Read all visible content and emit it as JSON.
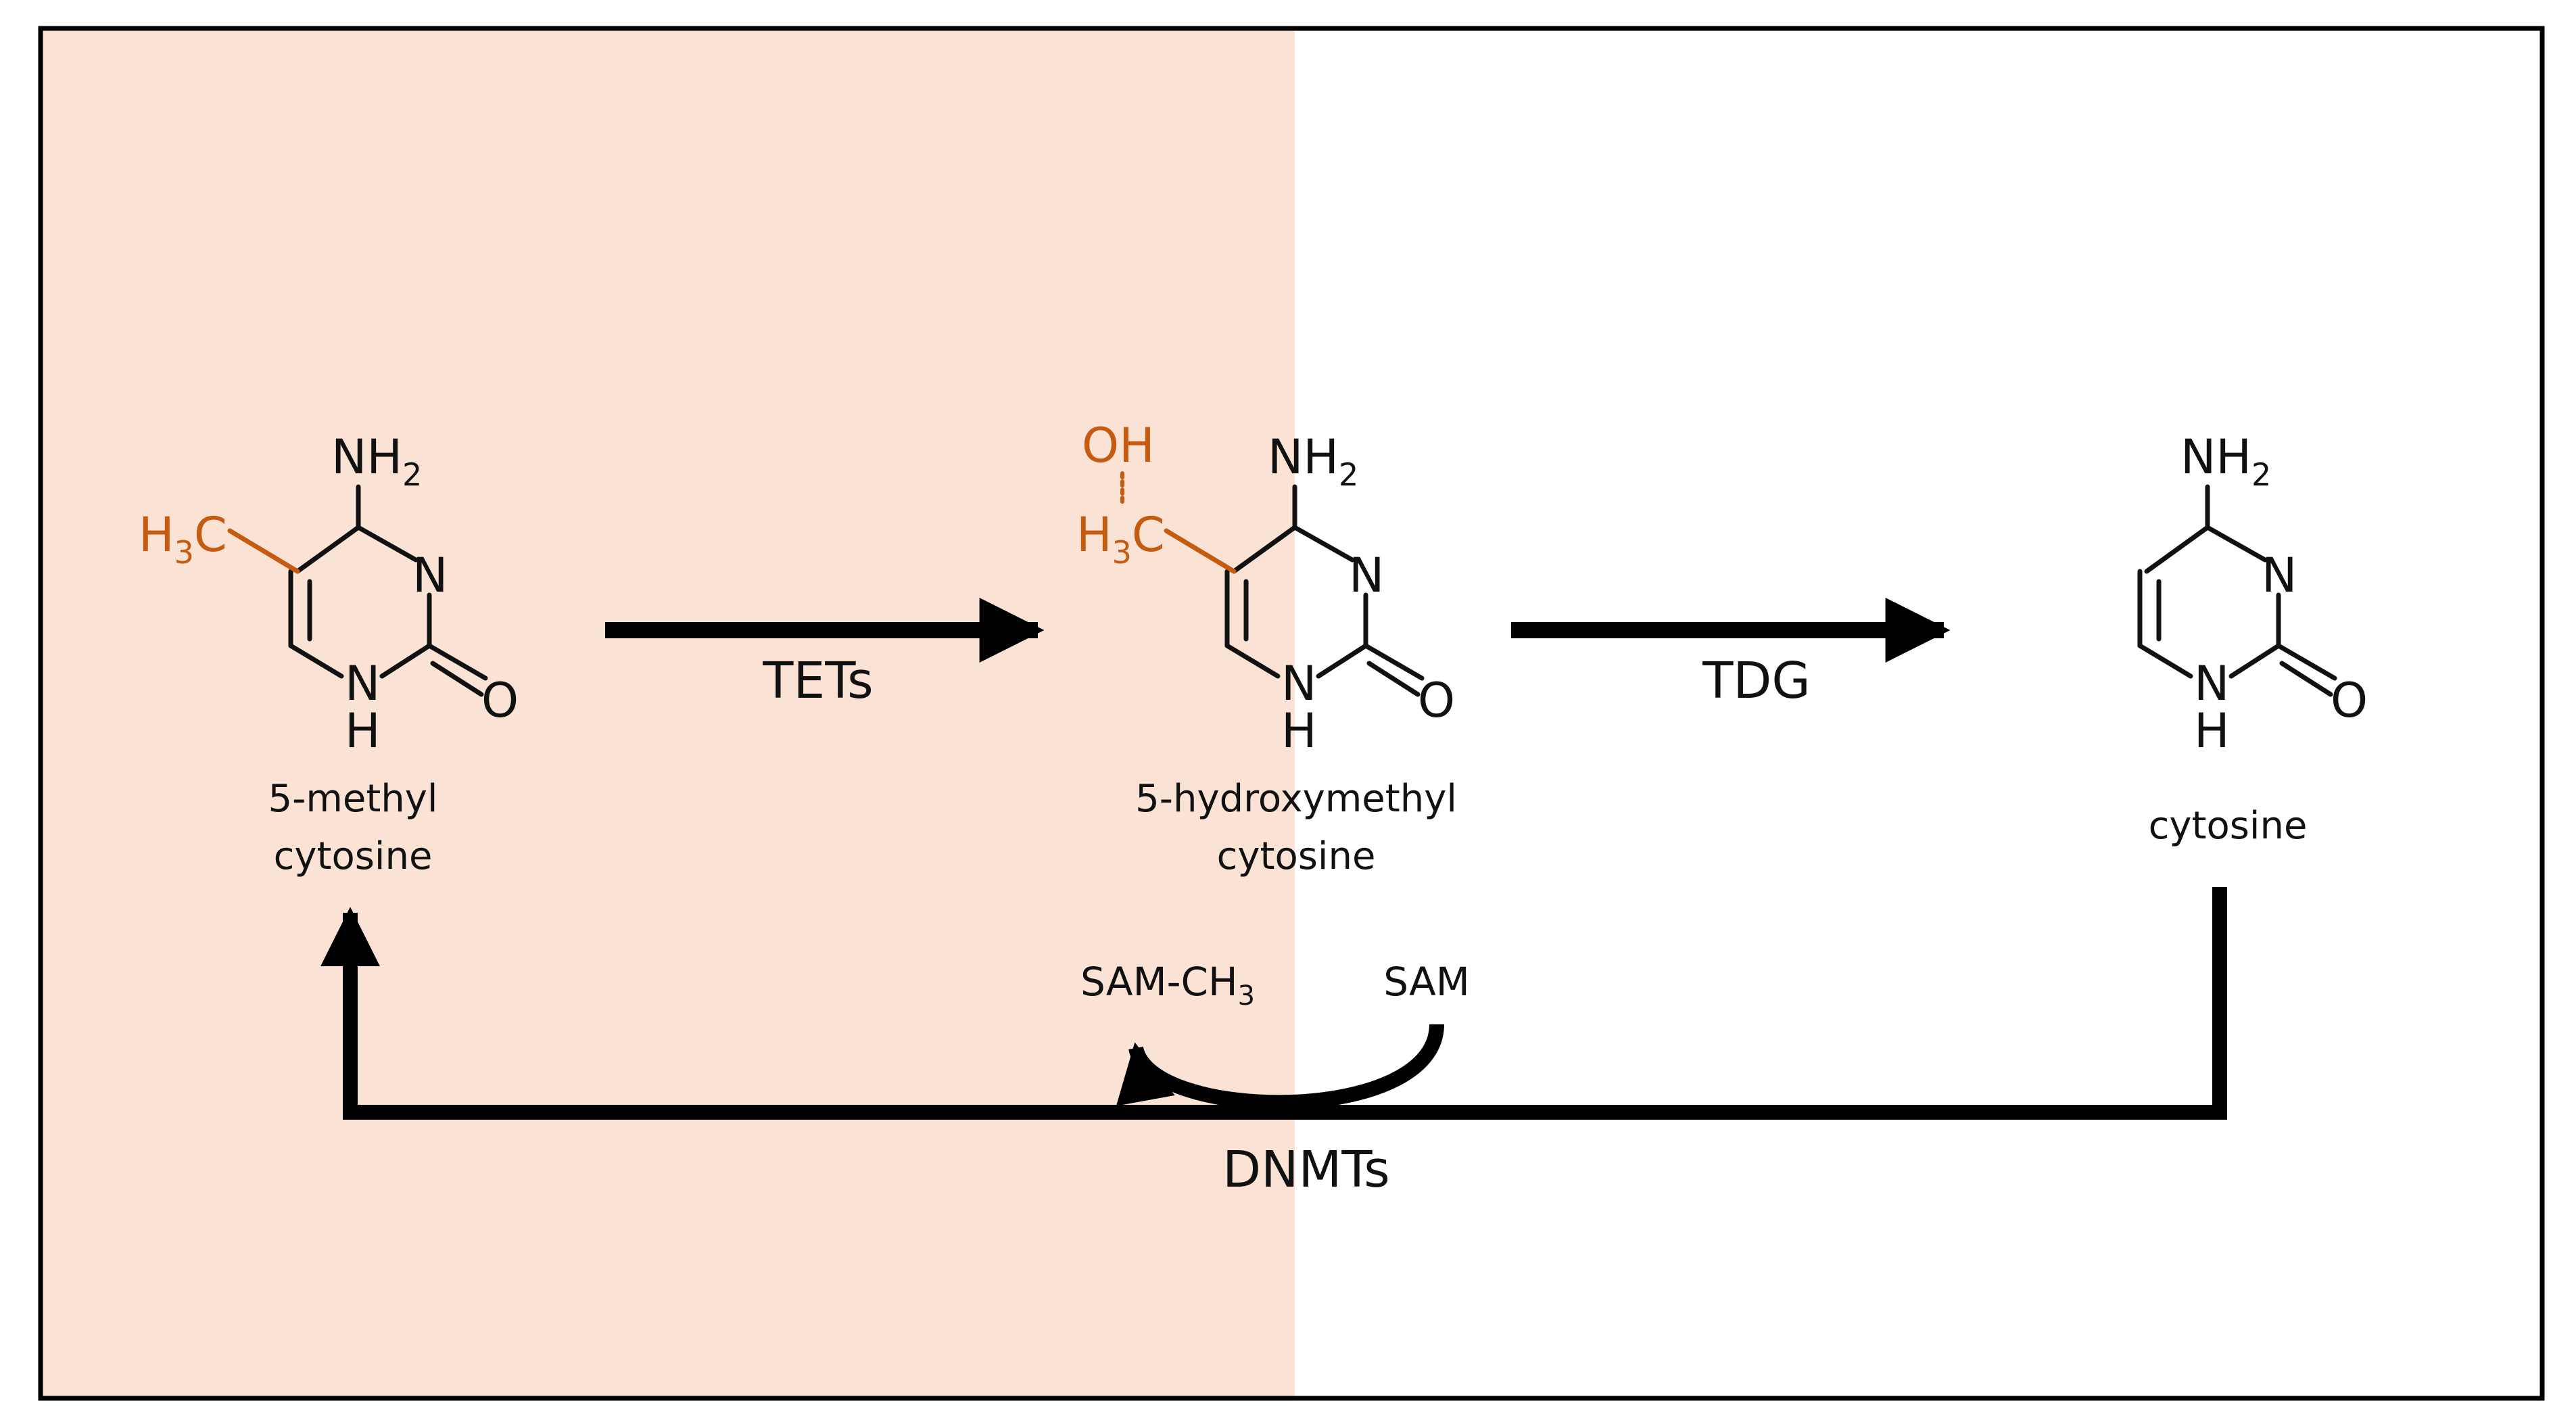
{
  "colors": {
    "shade": "#fae3d5",
    "accent": "#c55a11",
    "ink": "#111111",
    "frame": "#000000"
  },
  "molecules": {
    "methylcytosine": {
      "amino": "NH",
      "amino_sub": "2",
      "ring_n": "N",
      "ring_nh_n": "N",
      "ring_nh_h": "H",
      "carbonyl_o": "O",
      "methyl_h": "H",
      "methyl_sub": "3",
      "methyl_c": "C",
      "name_line1": "5-methyl",
      "name_line2": "cytosine"
    },
    "hydroxymethylcytosine": {
      "amino": "NH",
      "amino_sub": "2",
      "ring_n": "N",
      "ring_nh_n": "N",
      "ring_nh_h": "H",
      "carbonyl_o": "O",
      "hydroxyl": "OH",
      "methyl_h": "H",
      "methyl_sub": "3",
      "methyl_c": "C",
      "name_line1": "5-hydroxymethyl",
      "name_line2": "cytosine"
    },
    "cytosine": {
      "amino": "NH",
      "amino_sub": "2",
      "ring_n": "N",
      "ring_nh_n": "N",
      "ring_nh_h": "H",
      "carbonyl_o": "O",
      "name": "cytosine"
    }
  },
  "enzymes": {
    "tet": "TETs",
    "tdg": "TDG",
    "dnmt": "DNMTs"
  },
  "cofactors": {
    "sam_ch3": "SAM-CH",
    "sam_ch3_sub": "3",
    "sam": "SAM"
  }
}
